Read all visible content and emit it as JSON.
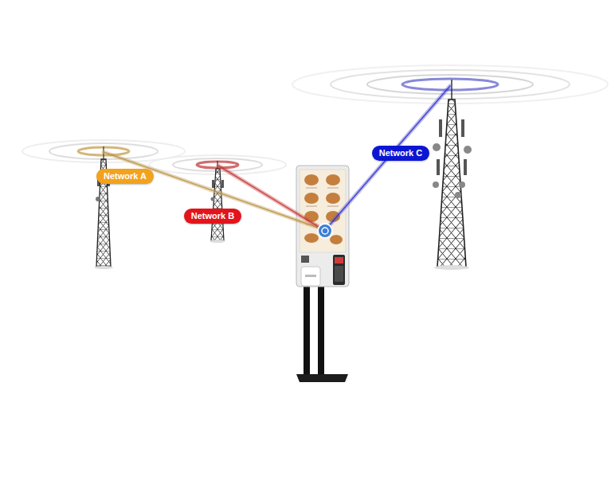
{
  "diagram": {
    "nodes": [
      {
        "text": [
          "Network A"
        ]
      },
      {
        "text": [
          "Network B"
        ]
      },
      {
        "text": [
          "Network C"
        ]
      }
    ]
  }
}
